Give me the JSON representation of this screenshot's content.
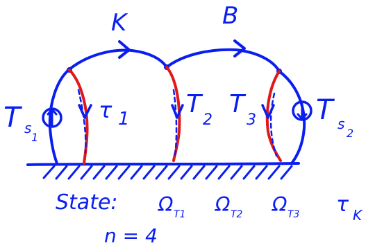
{
  "colors": {
    "ink": "#0a1ef0",
    "highlight": "#e01818",
    "background": "#ffffff"
  },
  "labels": {
    "arc_k": "K",
    "arc_b": "B",
    "t_s1_main": "T",
    "t_s1_sub": "s",
    "t_s1_subsub": "1",
    "tau1_main": "τ",
    "tau1_sub": "1",
    "t2_main": "T",
    "t2_sub": "2",
    "t3_main": "T",
    "t3_sub": "3",
    "t_s2_main": "T",
    "t_s2_sub": "s",
    "t_s2_subsub": "2"
  },
  "state_line": {
    "prefix": "State:",
    "omega1_main": "Ω",
    "omega1_sub": "T1",
    "omega2_main": "Ω",
    "omega2_sub": "T2",
    "omega3_main": "Ω",
    "omega3_sub": "T3",
    "tauk_main": "τ",
    "tauk_sub": "K"
  },
  "n_line": "n = 4"
}
